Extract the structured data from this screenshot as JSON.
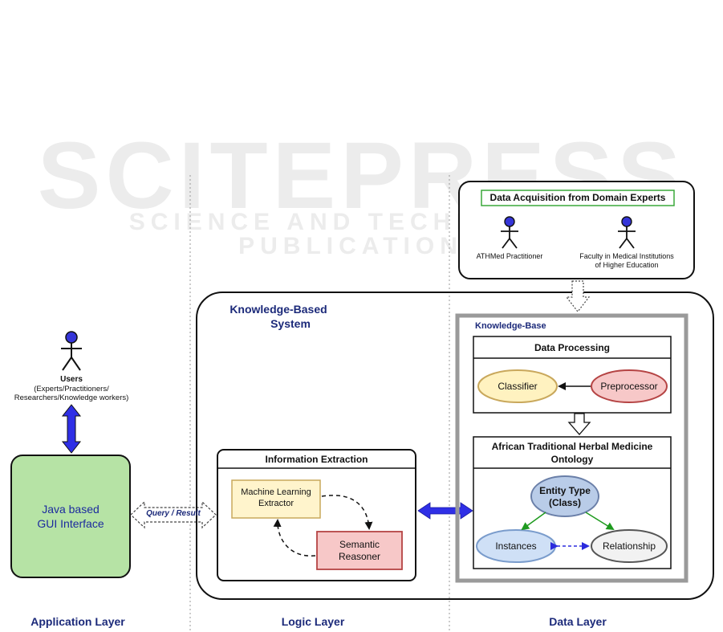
{
  "watermark": {
    "main": "SCITEPRESS",
    "sub": "SCIENCE AND TECHNOLOGY PUBLICATIONS"
  },
  "layers": {
    "application": "Application Layer",
    "logic": "Logic Layer",
    "data": "Data Layer"
  },
  "users": {
    "title": "Users",
    "line1": "(Experts/Practitioners/",
    "line2": "Researchers/Knowledge workers)"
  },
  "gui": {
    "line1": "Java based",
    "line2": "GUI Interface"
  },
  "query_result": "Query / Result",
  "kbs": {
    "line1": "Knowledge-Based",
    "line2": "System"
  },
  "info_extraction": {
    "title": "Information Extraction",
    "ml_line1": "Machine Learning",
    "ml_line2": "Extractor",
    "sr_line1": "Semantic",
    "sr_line2": "Reasoner"
  },
  "acquisition": {
    "title": "Data Acquisition from Domain Experts",
    "actor1": "ATHMed Practitioner",
    "actor2_line1": "Faculty in Medical Institutions",
    "actor2_line2": "of Higher Education"
  },
  "knowledge_base": {
    "title": "Knowledge-Base",
    "processing_title": "Data Processing",
    "classifier": "Classifier",
    "preprocessor": "Preprocessor",
    "ontology_line1": "African Traditional Herbal Medicine",
    "ontology_line2": "Ontology",
    "entity_line1": "Entity Type",
    "entity_line2": "(Class)",
    "instances": "Instances",
    "relationship": "Relationship"
  }
}
